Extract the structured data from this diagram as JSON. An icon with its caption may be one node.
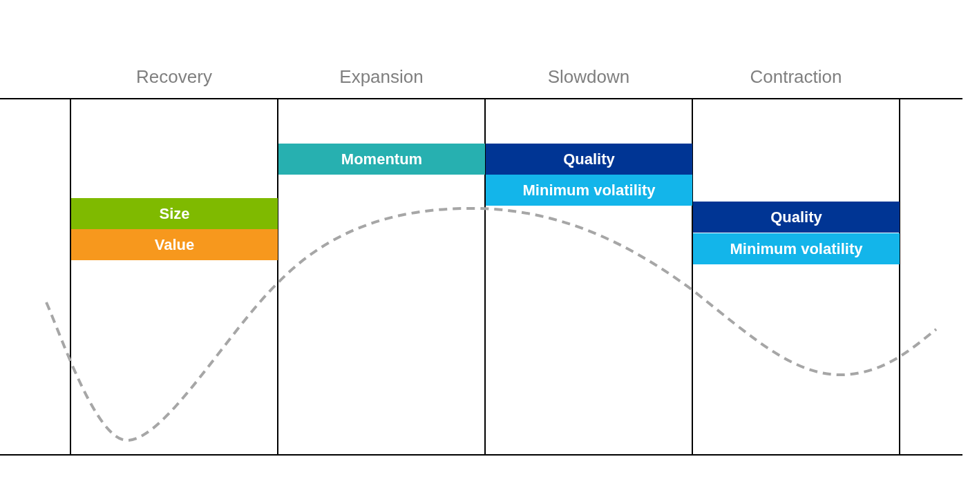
{
  "diagram": {
    "nodes": [
      {
        "text": [
          "Size"
        ]
      },
      {
        "text": [
          "Value"
        ]
      },
      {
        "text": [
          "Momentum"
        ]
      },
      {
        "text": [
          "Quality"
        ]
      },
      {
        "text": [
          "Minimum volatility"
        ]
      },
      {
        "text": [
          "Quality"
        ]
      },
      {
        "text": [
          "Minimum volatility"
        ]
      }
    ],
    "labels": [
      "Recovery",
      "Expansion",
      "Slowdown",
      "Contraction"
    ]
  }
}
